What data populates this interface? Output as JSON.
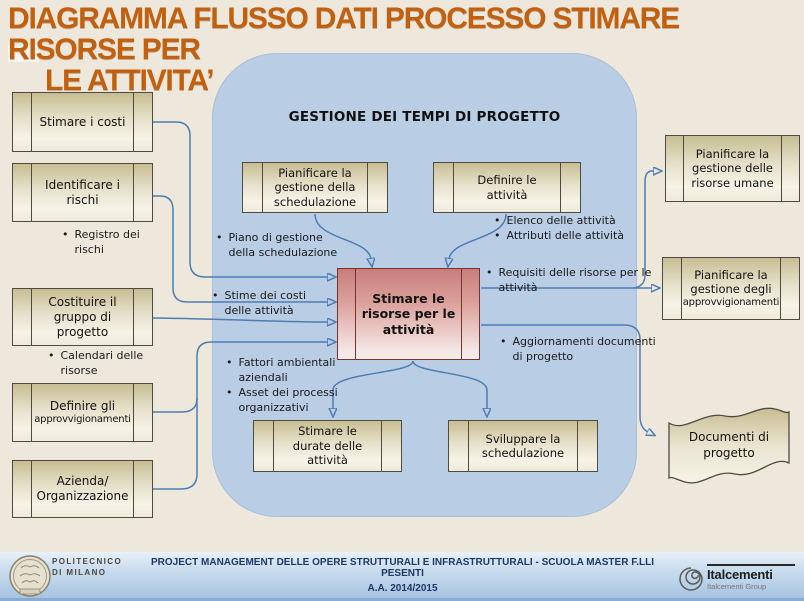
{
  "slide": {
    "title_line1": "DIAGRAMMA FLUSSO DATI PROCESSO STIMARE RISORSE PER",
    "title_line2": "LE ATTIVITA’"
  },
  "container": {
    "title": "GESTIONE DEI TEMPI DI PROGETTO"
  },
  "boxes": {
    "stimare_costi": {
      "label": "Stimare i costi"
    },
    "identificare_rischi": {
      "label": "Identificare i rischi"
    },
    "costituire_gruppo": {
      "label": "Costituire il gruppo di progetto"
    },
    "definire_approvvigionamenti": {
      "label": "Definire gli",
      "sub": "approvvigionamenti"
    },
    "azienda": {
      "label": "Azienda/ Organizzazione"
    },
    "pianificare_schedulazione": {
      "label": "Pianificare la gestione della schedulazione"
    },
    "definire_attivita": {
      "label": "Definire le attività"
    },
    "stimare_risorse": {
      "label": "Stimare le risorse per le attività"
    },
    "stimare_durate": {
      "label": "Stimare le durate delle attività"
    },
    "sviluppare_schedulazione": {
      "label": "Sviluppare la schedulazione"
    },
    "pianificare_risorse_umane": {
      "label": "Pianificare la gestione delle risorse umane"
    },
    "pianificare_approvvigionamenti": {
      "label": "Pianificare la gestione degli",
      "sub": "approvvigionamenti"
    },
    "documenti_progetto": {
      "label": "Documenti di progetto"
    }
  },
  "bullets": [
    {
      "text": "Registro dei rischi"
    },
    {
      "text": "Calendari delle risorse"
    },
    {
      "text": "Piano di gestione della schedulazione"
    },
    {
      "text": "Stime dei costi delle attività"
    },
    {
      "text": "Fattori ambientali aziendali"
    },
    {
      "text": "Asset dei processi organizzativi"
    },
    {
      "text": "Elenco delle attività"
    },
    {
      "text": "Attributi delle attività"
    },
    {
      "text": "Requisiti delle risorse per le attività"
    },
    {
      "text": "Aggiornamenti documenti di progetto"
    }
  ],
  "footer": {
    "politecnico_line1": "POLITECNICO",
    "politecnico_line2": "DI MILANO",
    "course": "PROJECT MANAGEMENT DELLE OPERE STRUTTURALI E INFRASTRUTTURALI - SCUOLA MASTER F.LLI PESENTI",
    "year": "A.A. 2014/2015",
    "brand": "Italcementi",
    "brand_sub": "Italcementi Group"
  },
  "colors": {
    "background": "#EDE8DB",
    "title_orange": "#C2600F",
    "container_blue": "#B9CDE4",
    "box_tan_top": "#C8BD92",
    "box_tan_bottom": "#F6F3E7",
    "pink_top": "#C87E7A",
    "pink_border": "#7A322C",
    "connector_blue": "#4F7DB3",
    "footer_navy": "#1F3864"
  }
}
